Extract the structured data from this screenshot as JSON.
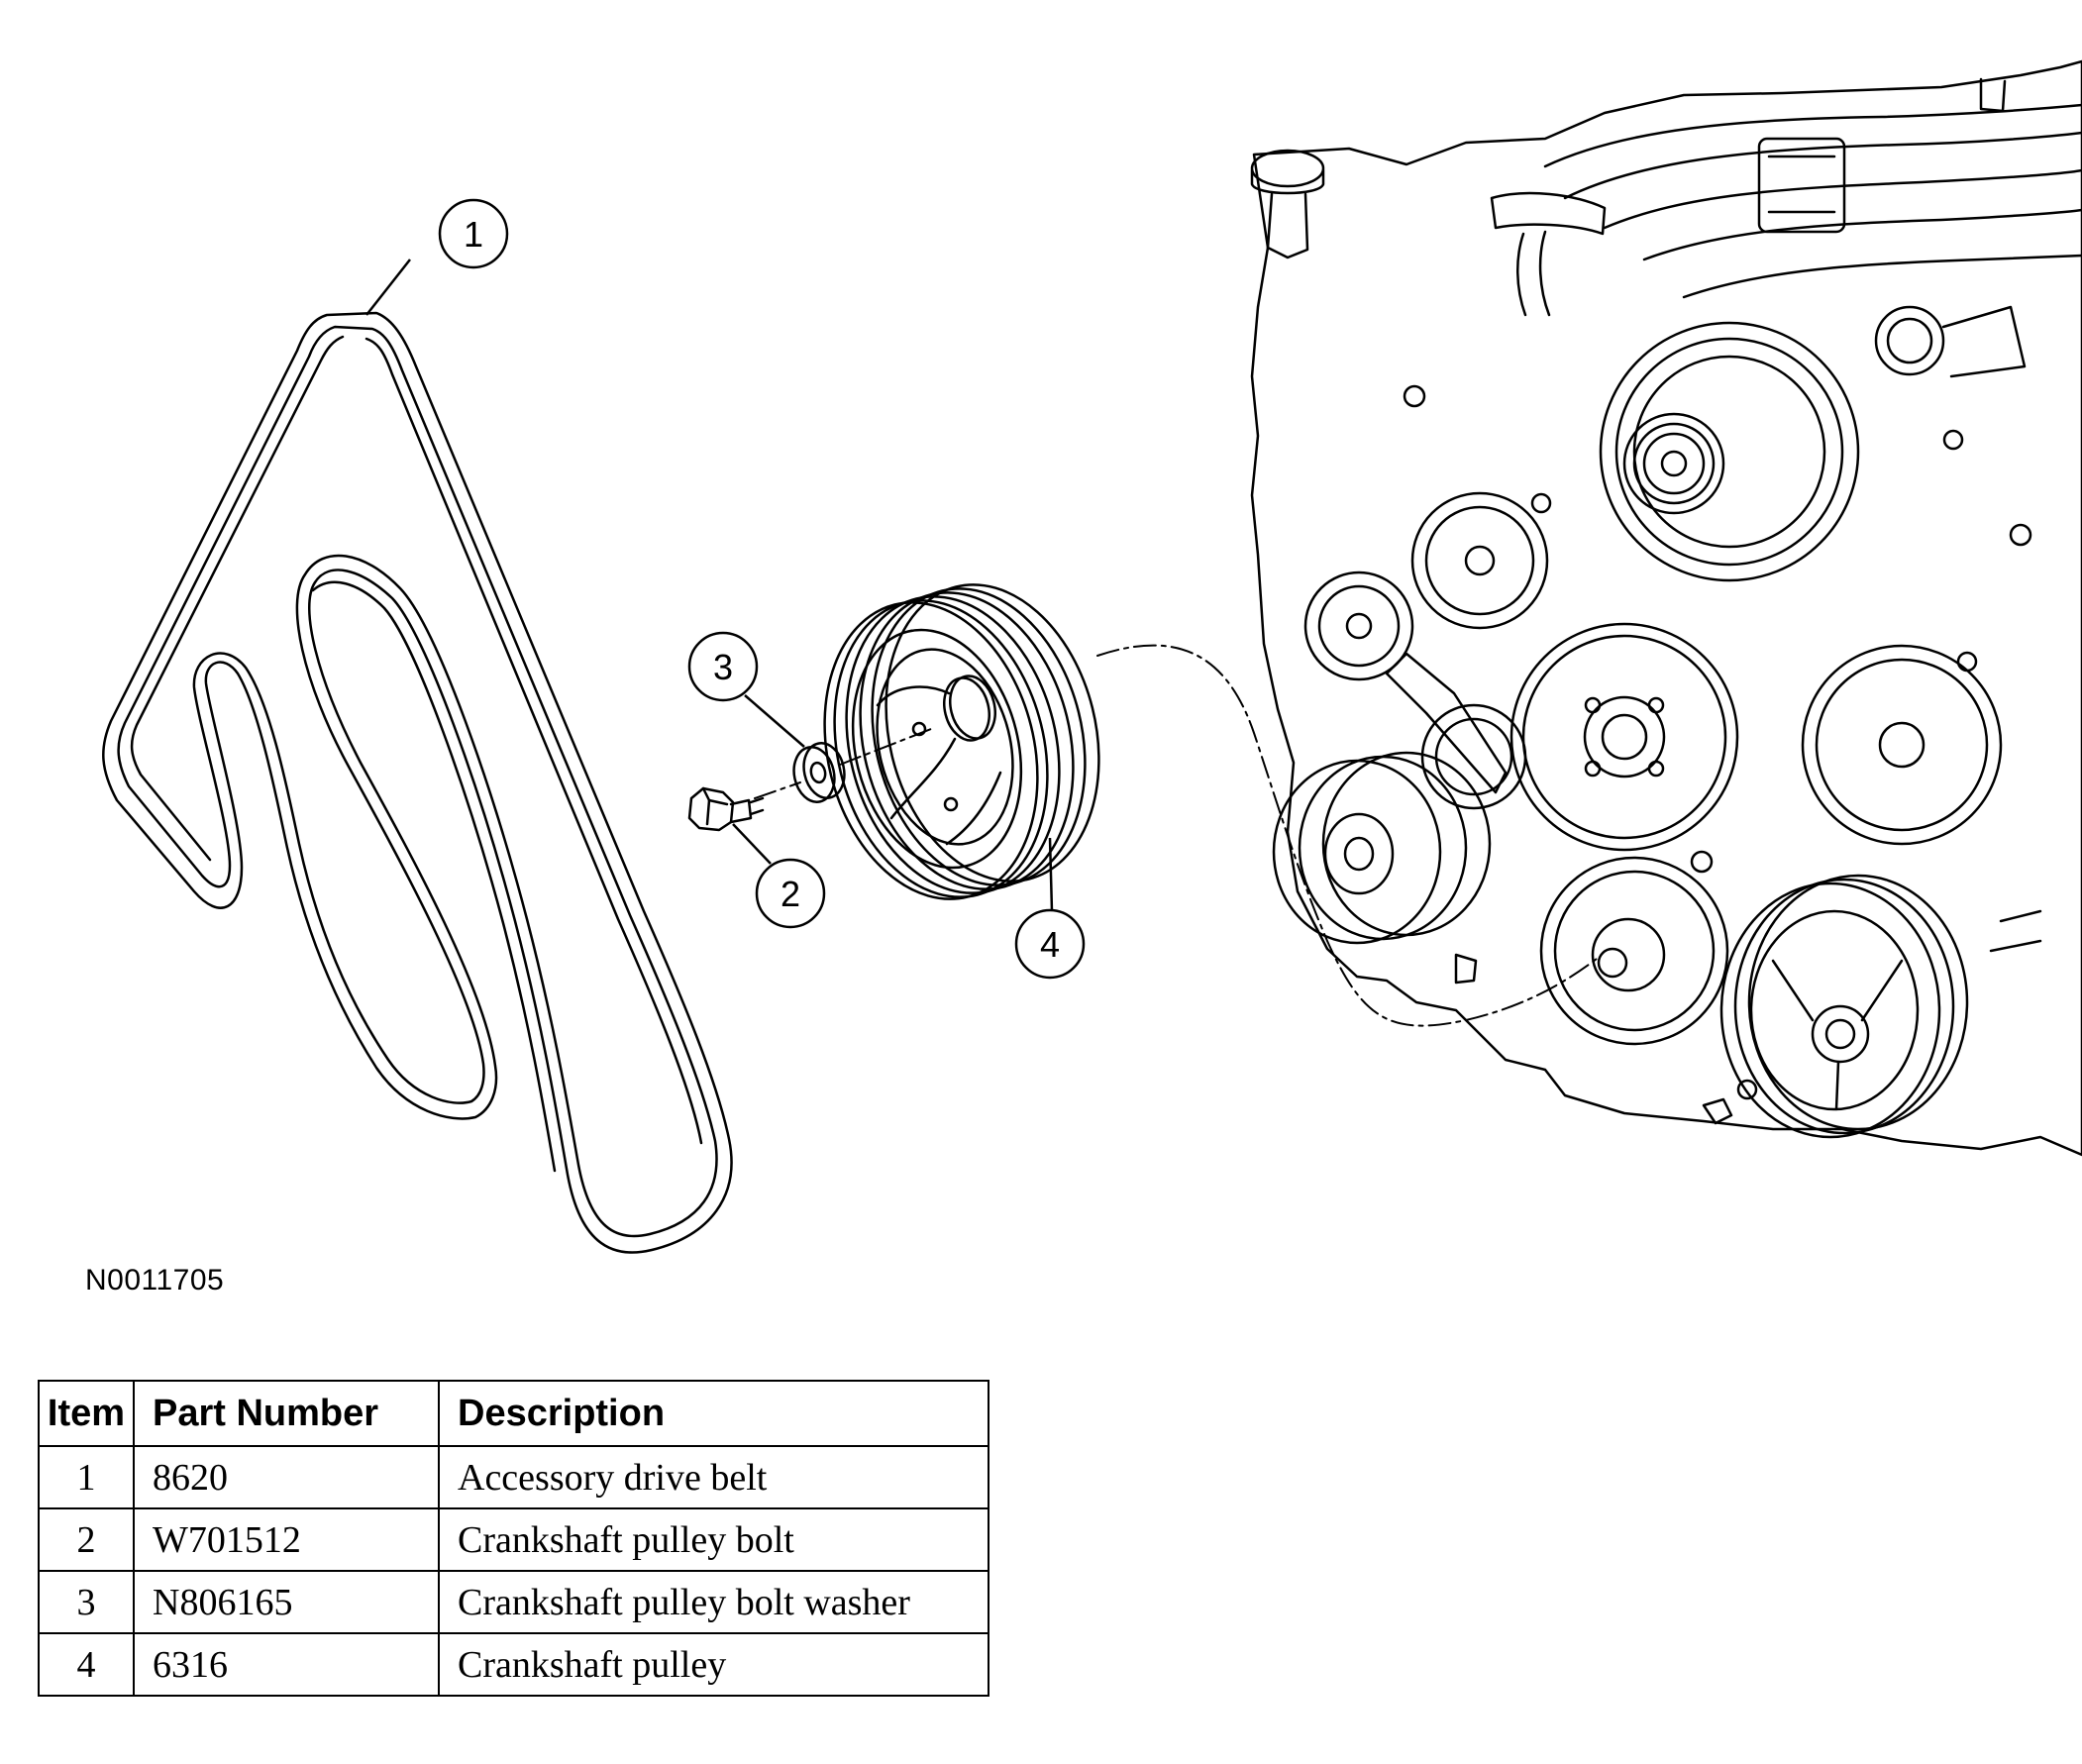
{
  "figure_id": "N0011705",
  "callouts": [
    "1",
    "2",
    "3",
    "4"
  ],
  "table": {
    "headers": [
      "Item",
      "Part Number",
      "Description"
    ],
    "rows": [
      {
        "item": "1",
        "part_number": "8620",
        "description": "Accessory drive belt"
      },
      {
        "item": "2",
        "part_number": "W701512",
        "description": "Crankshaft pulley bolt"
      },
      {
        "item": "3",
        "part_number": "N806165",
        "description": "Crankshaft pulley bolt washer"
      },
      {
        "item": "4",
        "part_number": "6316",
        "description": "Crankshaft pulley"
      }
    ]
  }
}
